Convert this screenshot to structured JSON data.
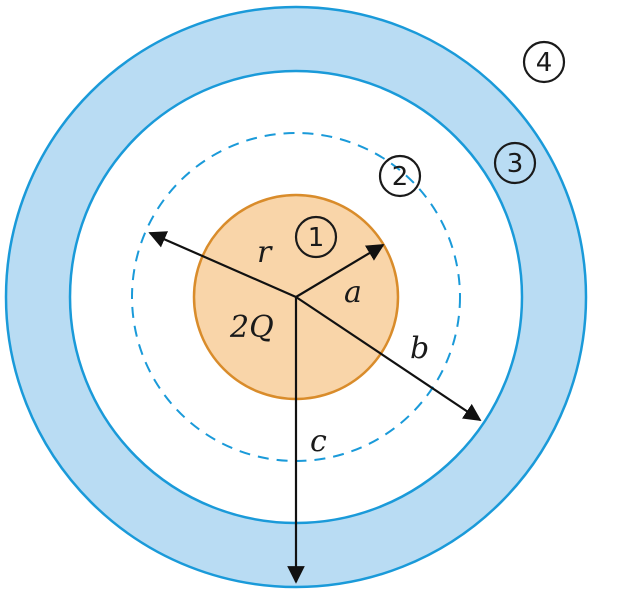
{
  "colors": {
    "shell_fill": "#b9dcf3",
    "shell_stroke": "#1a9ad9",
    "core_fill": "#f9d5a9",
    "core_stroke": "#d98c2b",
    "dashed_stroke": "#1a9ad9",
    "arrow": "#111111"
  },
  "labels": {
    "charge": "2Q",
    "r": "r",
    "a": "a",
    "b": "b",
    "c": "c"
  },
  "regions": {
    "one": "1",
    "two": "2",
    "three": "3",
    "four": "4"
  }
}
